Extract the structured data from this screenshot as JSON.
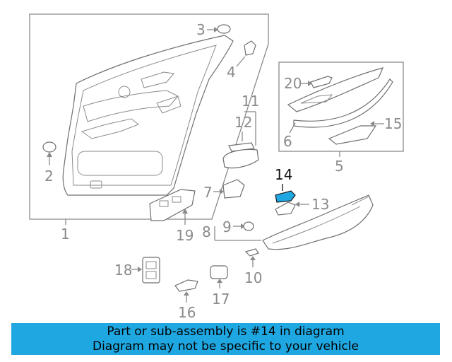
{
  "diagram": {
    "callouts": {
      "c1": "1",
      "c2": "2",
      "c3": "3",
      "c4": "4",
      "c5": "5",
      "c6": "6",
      "c7": "7",
      "c8": "8",
      "c9": "9",
      "c10": "10",
      "c11": "11",
      "c12": "12",
      "c13": "13",
      "c14": "14",
      "c15": "15",
      "c16": "16",
      "c17": "17",
      "c18": "18",
      "c19": "19",
      "c20": "20"
    },
    "selected_part": "14",
    "highlight_color": "#1fa7e1",
    "line_color": "#8a8a8a"
  },
  "banner": {
    "line1": "Part or sub-assembly is #14 in diagram",
    "line2": "Diagram may not be specific to your vehicle",
    "background": "#1fa7e1"
  }
}
